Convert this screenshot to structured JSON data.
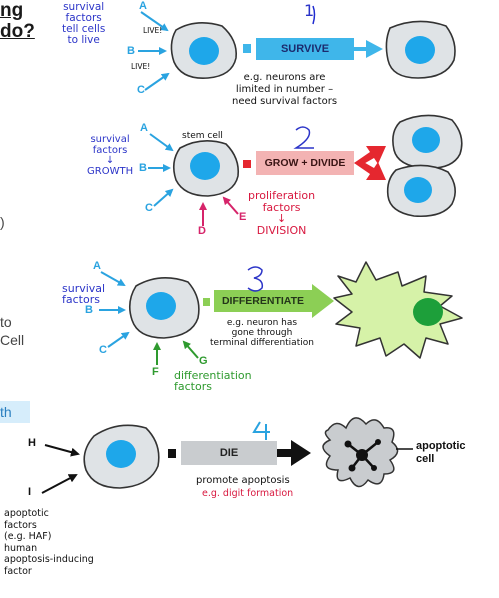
{
  "heading": {
    "line1": "ng",
    "line2": "do?"
  },
  "left_cutoff": {
    "paren": ")",
    "to": "to",
    "cell": "Cell",
    "th": "th"
  },
  "panel1": {
    "number": "1",
    "note": "survival\nfactors\ntell cells\nto live",
    "live_a": "LIVE!",
    "live_b": "LIVE!",
    "signals": [
      "A",
      "B",
      "C"
    ],
    "arrow_label": "SURVIVE",
    "example": "e.g. neurons are\nlimited in number –\nneed survival factors"
  },
  "panel2": {
    "number": "2",
    "stem_label": "stem cell",
    "note": "survival\nfactors\n↓\nGROWTH",
    "signals": [
      "A",
      "B",
      "C",
      "D",
      "E"
    ],
    "arrow_label": "GROW + DIVIDE",
    "proliferation": "proliferation\nfactors\n↓\nDIVISION"
  },
  "panel3": {
    "number": "3",
    "note": "survival\nfactors",
    "signals": [
      "A",
      "B",
      "C",
      "F",
      "G"
    ],
    "arrow_label": "DIFFERENTIATE",
    "example": "e.g. neuron has\ngone through\nterminal differentiation",
    "diff_factors": "differentiation\nfactors"
  },
  "panel4": {
    "number": "4",
    "signals": [
      "H",
      "I"
    ],
    "arrow_label": "DIE",
    "promote": "promote apoptosis",
    "example": "e.g. digit formation",
    "apoptotic_cell": "apoptotic\ncell",
    "factors": "apoptotic\nfactors\n(e.g. HAF)\nhuman\napoptosis-inducing\nfactor"
  },
  "colors": {
    "cell_fill": "#dfe3e6",
    "nucleus": "#1ea7ea",
    "signal_arrow": "#2aa3e0",
    "survive_arrow": "#3fb6ea",
    "grow_arrow": "#ee8f8f",
    "diff_arrow": "#8ccf55",
    "die_arrow": "#c9cccf",
    "diff_cell": "#d6f2a8",
    "diff_nucleus": "#1d9f3a",
    "th_highlight": "#d6edfb"
  }
}
